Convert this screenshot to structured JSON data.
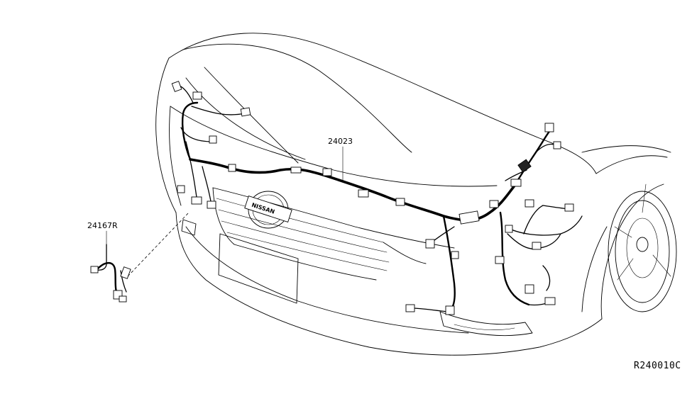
{
  "diagram": {
    "parts": [
      {
        "id": "main-harness",
        "number": "24023"
      },
      {
        "id": "sub-harness",
        "number": "24167R"
      }
    ],
    "reference_code": "R240010C",
    "logo_text": "NISSAN"
  }
}
